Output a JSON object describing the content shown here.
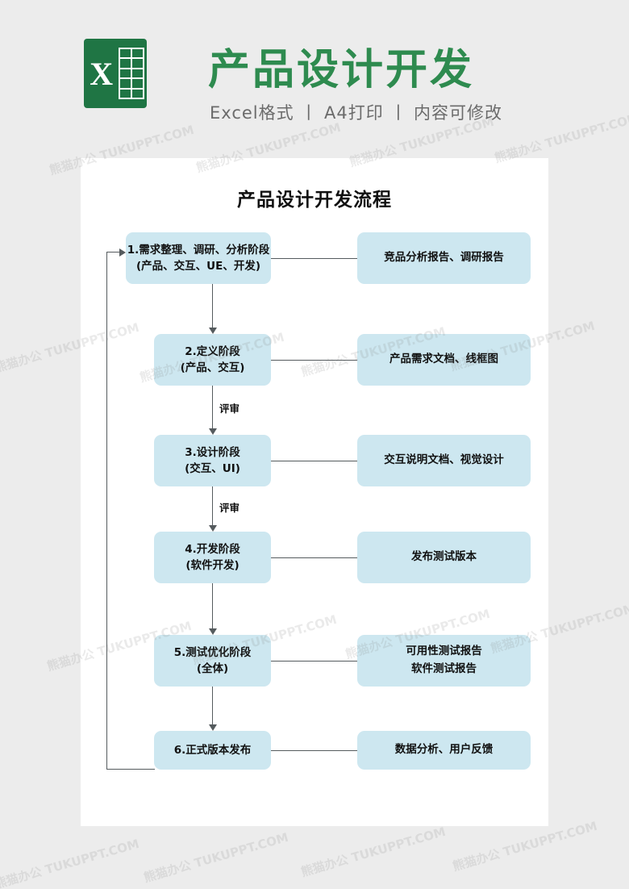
{
  "header": {
    "logo_letter": "X",
    "logo_name": "excel-logo",
    "title": "产品设计开发",
    "subtitle": "Excel格式 丨 A4打印 丨 内容可修改",
    "brand_color": "#2e8b4f",
    "logo_color": "#1f7544"
  },
  "document": {
    "title": "产品设计开发流程",
    "node_fill": "#cde7f0",
    "connector_color": "#555b5e"
  },
  "flow": {
    "steps": [
      {
        "id": "step-1",
        "lines": [
          "1.需求整理、调研、分析阶段",
          "(产品、交互、UE、开发)"
        ]
      },
      {
        "id": "step-2",
        "lines": [
          "2.定义阶段",
          "(产品、交互)"
        ]
      },
      {
        "id": "step-3",
        "lines": [
          "3.设计阶段",
          "(交互、UI)"
        ]
      },
      {
        "id": "step-4",
        "lines": [
          "4.开发阶段",
          "(软件开发)"
        ]
      },
      {
        "id": "step-5",
        "lines": [
          "5.测试优化阶段",
          "(全体)"
        ]
      },
      {
        "id": "step-6",
        "lines": [
          "6.正式版本发布"
        ]
      }
    ],
    "outputs": [
      {
        "id": "output-1",
        "lines": [
          "竞品分析报告、调研报告"
        ]
      },
      {
        "id": "output-2",
        "lines": [
          "产品需求文档、线框图"
        ]
      },
      {
        "id": "output-3",
        "lines": [
          "交互说明文档、视觉设计"
        ]
      },
      {
        "id": "output-4",
        "lines": [
          "发布测试版本"
        ]
      },
      {
        "id": "output-5",
        "lines": [
          "可用性测试报告",
          "软件测试报告"
        ]
      },
      {
        "id": "output-6",
        "lines": [
          "数据分析、用户反馈"
        ]
      }
    ],
    "edge_labels": {
      "review_1": "评审",
      "review_2": "评审"
    }
  },
  "watermarks": {
    "text": "熊猫办公 TUKUPPT.COM"
  },
  "chart_data": {
    "type": "diagram",
    "title": "产品设计开发流程",
    "nodes": [
      "1.需求整理、调研、分析阶段(产品、交互、UE、开发)",
      "2.定义阶段(产品、交互)",
      "3.设计阶段(交互、UI)",
      "4.开发阶段(软件开发)",
      "5.测试优化阶段(全体)",
      "6.正式版本发布"
    ],
    "deliverables": [
      "竞品分析报告、调研报告",
      "产品需求文档、线框图",
      "交互说明文档、视觉设计",
      "发布测试版本",
      "可用性测试报告 / 软件测试报告",
      "数据分析、用户反馈"
    ],
    "edges": [
      {
        "from": "1.需求整理、调研、分析阶段",
        "to": "2.定义阶段",
        "label": ""
      },
      {
        "from": "2.定义阶段",
        "to": "3.设计阶段",
        "label": "评审"
      },
      {
        "from": "3.设计阶段",
        "to": "4.开发阶段",
        "label": "评审"
      },
      {
        "from": "4.开发阶段",
        "to": "5.测试优化阶段",
        "label": ""
      },
      {
        "from": "5.测试优化阶段",
        "to": "6.正式版本发布",
        "label": ""
      },
      {
        "from": "6.正式版本发布",
        "to": "1.需求整理、调研、分析阶段",
        "label": ""
      }
    ]
  }
}
